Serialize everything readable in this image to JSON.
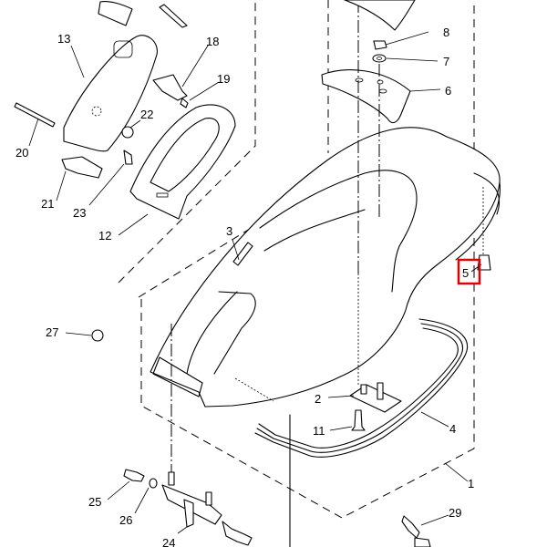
{
  "diagram": {
    "title": "Seat exploded parts diagram",
    "highlight_color": "#e00000",
    "highlighted_part": "5",
    "callouts": [
      {
        "id": "c1",
        "number": "1",
        "part": "seat-assembly"
      },
      {
        "id": "c2",
        "number": "2",
        "part": "seat-latch-plate"
      },
      {
        "id": "c3",
        "number": "3",
        "part": "stopper-pin"
      },
      {
        "id": "c4",
        "number": "4",
        "part": "seat-seal"
      },
      {
        "id": "c5",
        "number": "5",
        "part": "seat-damper"
      },
      {
        "id": "c6",
        "number": "6",
        "part": "grab-handle"
      },
      {
        "id": "c7",
        "number": "7",
        "part": "washer"
      },
      {
        "id": "c8",
        "number": "8",
        "part": "nut"
      },
      {
        "id": "c11",
        "number": "11",
        "part": "bolt"
      },
      {
        "id": "c12",
        "number": "12",
        "part": "storage-frame"
      },
      {
        "id": "c13",
        "number": "13",
        "part": "lid"
      },
      {
        "id": "c18",
        "number": "18",
        "part": "hinge-bracket"
      },
      {
        "id": "c19",
        "number": "19",
        "part": "screw"
      },
      {
        "id": "c20",
        "number": "20",
        "part": "hinge-rod"
      },
      {
        "id": "c21",
        "number": "21",
        "part": "bracket"
      },
      {
        "id": "c22",
        "number": "22",
        "part": "cap"
      },
      {
        "id": "c23",
        "number": "23",
        "part": "screw-grommet"
      },
      {
        "id": "c24",
        "number": "24",
        "part": "hook-bracket"
      },
      {
        "id": "c25",
        "number": "25",
        "part": "bolt"
      },
      {
        "id": "c26",
        "number": "26",
        "part": "washer"
      },
      {
        "id": "c27",
        "number": "27",
        "part": "nut"
      },
      {
        "id": "c29",
        "number": "29",
        "part": "fitting"
      }
    ]
  }
}
